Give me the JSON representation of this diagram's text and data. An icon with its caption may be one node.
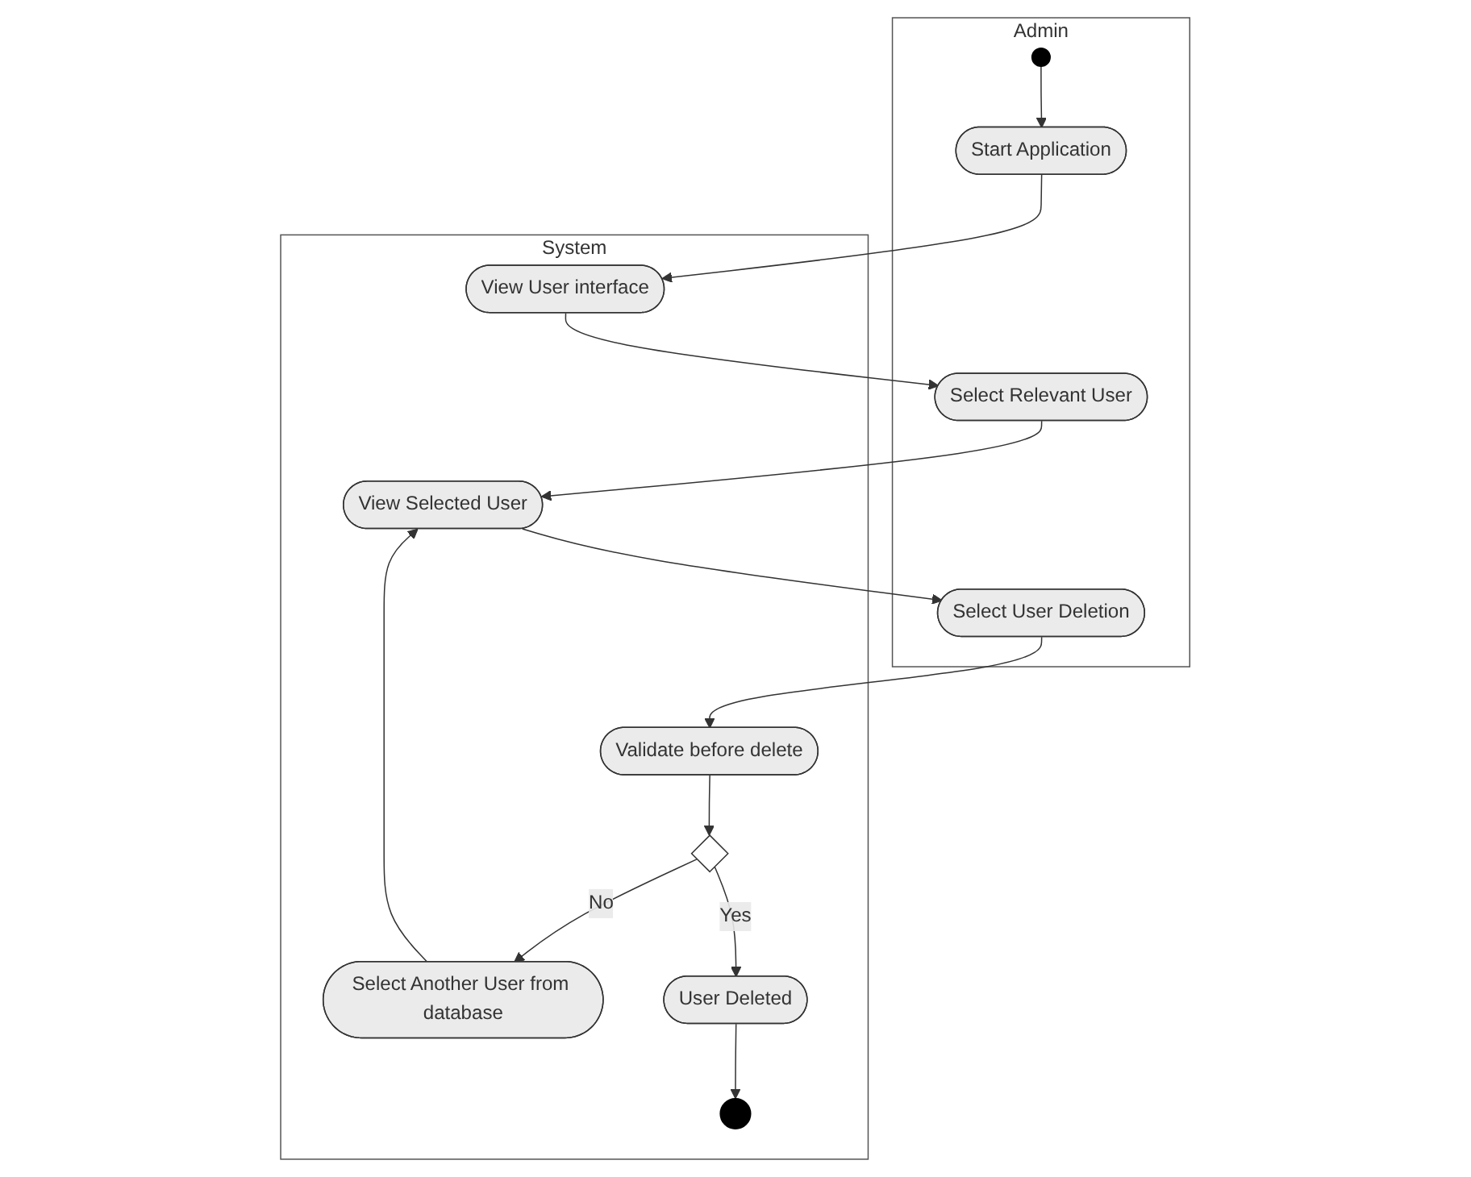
{
  "diagram": {
    "nodes": [
      {
        "text": [
          "Admin"
        ]
      },
      {
        "text": [
          "System"
        ]
      },
      {
        "text": [],
        "shape": "circle",
        "in": 0
      },
      {
        "text": [
          "Start Application"
        ],
        "in": 0
      },
      {
        "text": [
          "View User interface"
        ],
        "in": 1
      },
      {
        "text": [
          "Select Relevant User"
        ],
        "in": 0
      },
      {
        "text": [
          "View Selected User"
        ],
        "in": 1
      },
      {
        "text": [
          "Select User Deletion"
        ],
        "in": 0
      },
      {
        "text": [
          "Validate before delete"
        ],
        "in": 1
      },
      {
        "text": [
          "Select Another User from database"
        ],
        "in": 1
      },
      {
        "text": [],
        "shape": "diamond",
        "in": 1
      },
      {
        "text": [
          "User Deleted"
        ],
        "in": 1
      },
      {
        "text": [],
        "shape": "bullseye",
        "in": 1
      }
    ],
    "edges": [
      {
        "from": 2,
        "to": 3,
        "arrow": "to"
      },
      {
        "from": 3,
        "to": 4,
        "arrow": "to"
      },
      {
        "from": 4,
        "to": 5,
        "arrow": "to"
      },
      {
        "from": 5,
        "to": 6,
        "arrow": "to"
      },
      {
        "from": 6,
        "to": 7,
        "arrow": "to"
      },
      {
        "from": 7,
        "to": 8,
        "arrow": "to"
      },
      {
        "from": 8,
        "to": 10,
        "arrow": "to"
      },
      {
        "from": 10,
        "to": 9,
        "arrow": "to",
        "label": "No"
      },
      {
        "from": 9,
        "to": 6,
        "arrow": "to"
      },
      {
        "from": 10,
        "to": 11,
        "arrow": "to",
        "label": "Yes"
      },
      {
        "from": 11,
        "to": 12,
        "arrow": "to"
      }
    ]
  }
}
